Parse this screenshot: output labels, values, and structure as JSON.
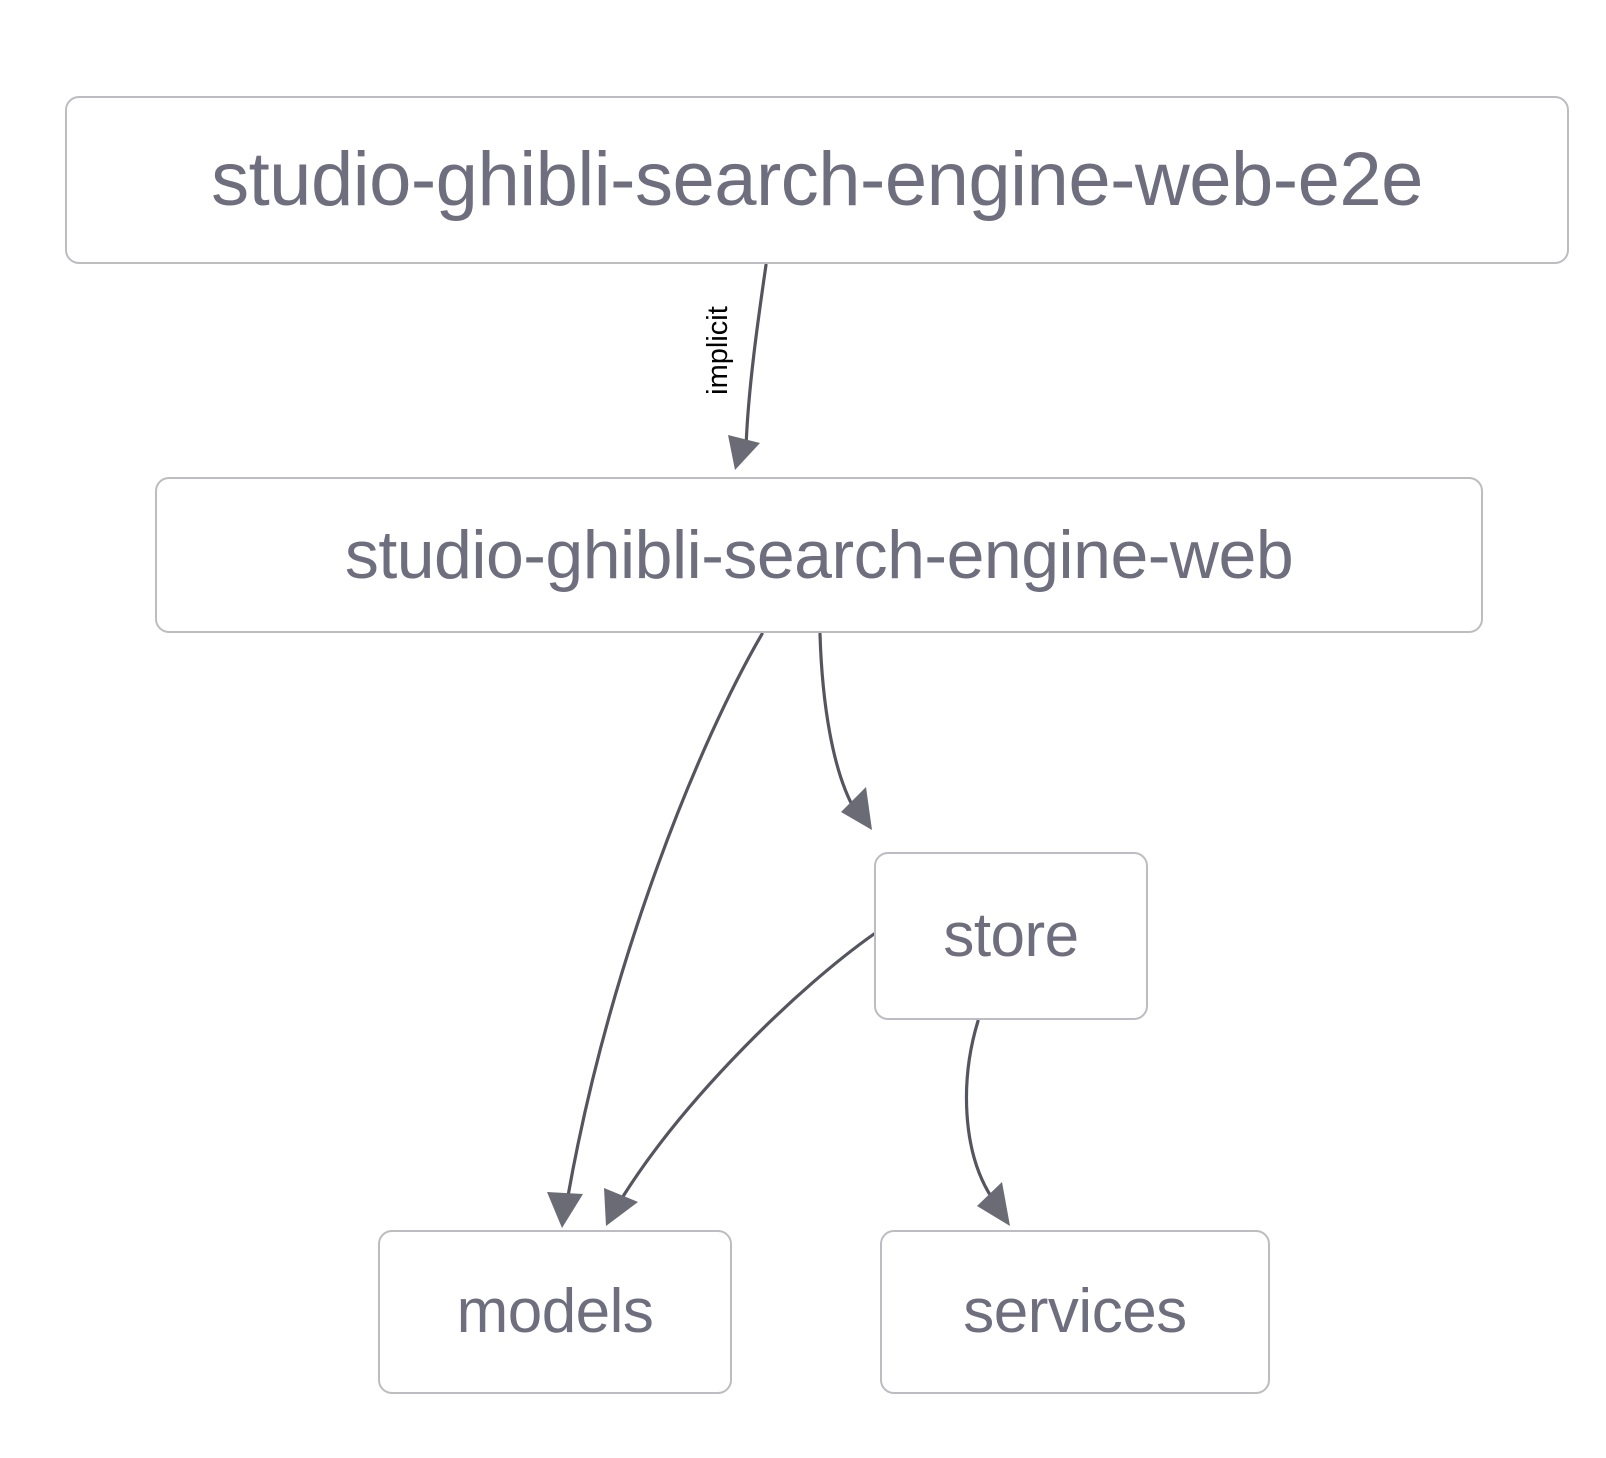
{
  "graph": {
    "type": "dependency-graph",
    "background_color": "#ffffff",
    "node_border_color": "#bcbcc2",
    "node_text_color": "#6e6e7e",
    "edge_color": "#55555f",
    "edge_label_color": "#000000",
    "nodes": [
      {
        "id": "web-e2e",
        "label": "studio-ghibli-search-engine-web-e2e"
      },
      {
        "id": "web",
        "label": "studio-ghibli-search-engine-web"
      },
      {
        "id": "store",
        "label": "store"
      },
      {
        "id": "models",
        "label": "models"
      },
      {
        "id": "services",
        "label": "services"
      }
    ],
    "edges": [
      {
        "from": "web-e2e",
        "to": "web",
        "label": "implicit"
      },
      {
        "from": "web",
        "to": "models",
        "label": ""
      },
      {
        "from": "web",
        "to": "store",
        "label": ""
      },
      {
        "from": "store",
        "to": "models",
        "label": ""
      },
      {
        "from": "store",
        "to": "services",
        "label": ""
      }
    ]
  }
}
